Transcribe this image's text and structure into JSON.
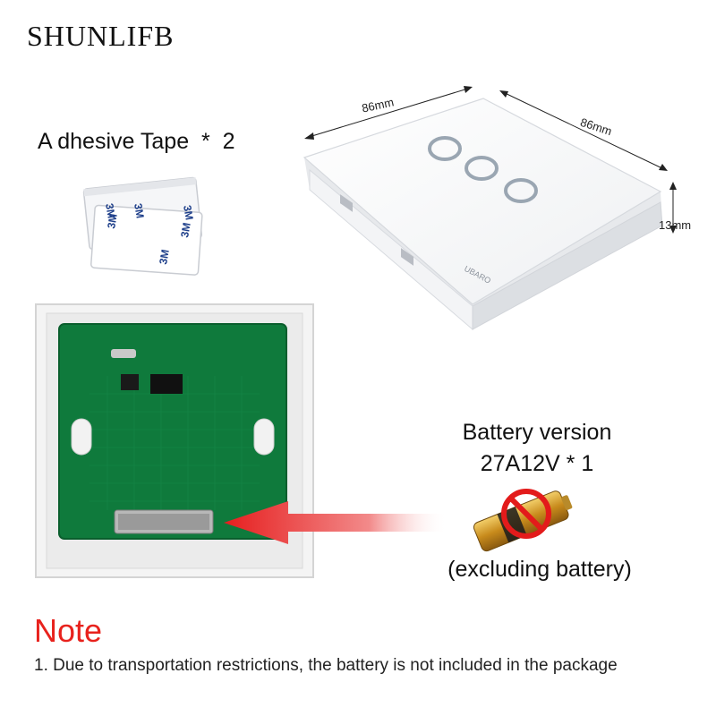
{
  "brand": "SHUNLIFB",
  "tape": {
    "label": "A dhesive Tape  *  2",
    "sticker_logo": "3M"
  },
  "switch_panel": {
    "width_label_1": "86mm",
    "width_label_2": "86mm",
    "height_label": "13mm",
    "logo": "UBARO"
  },
  "battery": {
    "title": "Battery version",
    "model": "27A12V * 1",
    "excluded": "(excluding battery)"
  },
  "note": {
    "title": "Note",
    "line_1": "1. Due to transportation restrictions, the battery is not included in the package"
  },
  "colors": {
    "note_red": "#e8221d",
    "pcb_green": "#0f7a3c",
    "arrow_red": "#e61e1e",
    "battery_gold": "#d6a12a"
  },
  "icons": [
    "prohibited-sign-icon",
    "arrow-left-icon"
  ]
}
